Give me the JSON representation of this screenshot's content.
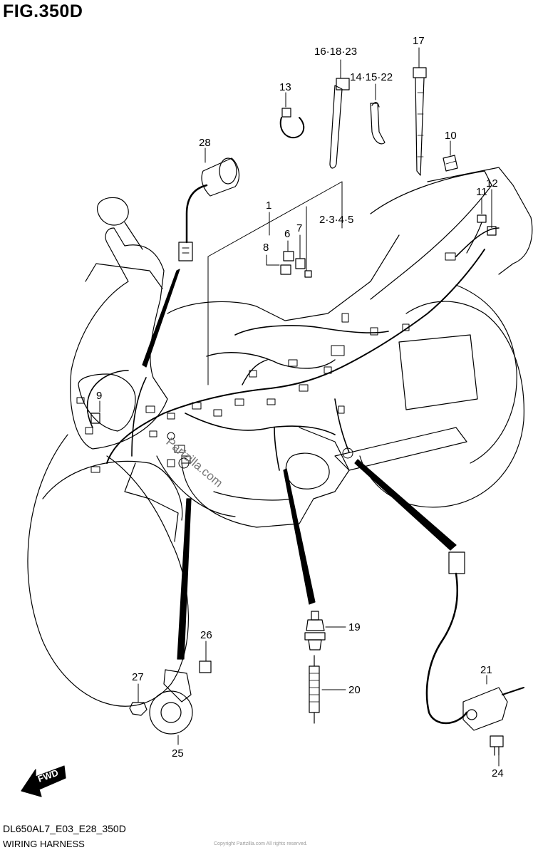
{
  "figure": {
    "title": "FIG.350D",
    "model_code": "DL650AL7_E03_E28_350D",
    "caption": "WIRING HARNESS",
    "fwd_label": "FWD",
    "watermark": "Partzilla.com",
    "bottom_small_text": "Copyright Partzilla.com All rights reserved."
  },
  "callouts": {
    "c1": "1",
    "c2345": "2·3·4·5",
    "c6": "6",
    "c7": "7",
    "c8": "8",
    "c9": "9",
    "c10": "10",
    "c11": "11",
    "c12": "12",
    "c13": "13",
    "c141522": "14·15·22",
    "c161823": "16·18·23",
    "c17": "17",
    "c19": "19",
    "c20": "20",
    "c21": "21",
    "c24": "24",
    "c25": "25",
    "c26": "26",
    "c27": "27",
    "c28": "28"
  },
  "colors": {
    "line": "#000000",
    "background": "#ffffff"
  }
}
